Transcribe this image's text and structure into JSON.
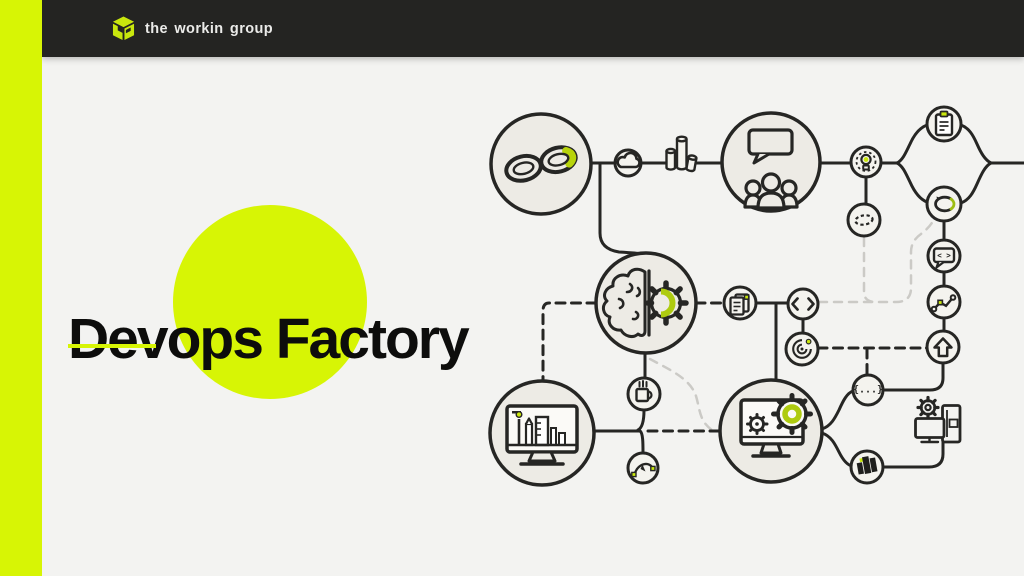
{
  "header": {
    "logo_text": "the workin group",
    "logo_icon": "cube-logo-icon"
  },
  "hero": {
    "title": "Devops Factory"
  },
  "diagram": {
    "icon_labels": {
      "code_brackets": "< >",
      "braces": "{...}",
      "chat_code": "< >"
    },
    "nodes": [
      "devops-infinity-loop",
      "cloud",
      "3d-bar-chart",
      "team-discussion",
      "idea-lightbulb",
      "dashed-ellipse",
      "checklist-clipboard",
      "iteration-loop",
      "code-chat-bubble",
      "trend-graph",
      "upload-arrow",
      "documents",
      "code-brackets",
      "spiral-target",
      "curly-braces",
      "coffee-mug",
      "bezier-pen-tool",
      "dark-growth-bars",
      "brain-gear",
      "design-monitor",
      "automation-monitor-gears",
      "desktop-workstation"
    ]
  },
  "colors": {
    "accent_lime": "#d7f505",
    "icon_olive": "#aecb10",
    "icon_lime_fill": "#c9e70d",
    "ink": "#262624",
    "header_bg": "#242422",
    "page_bg": "#f3f3f1",
    "node_fill": "#edebe5"
  }
}
